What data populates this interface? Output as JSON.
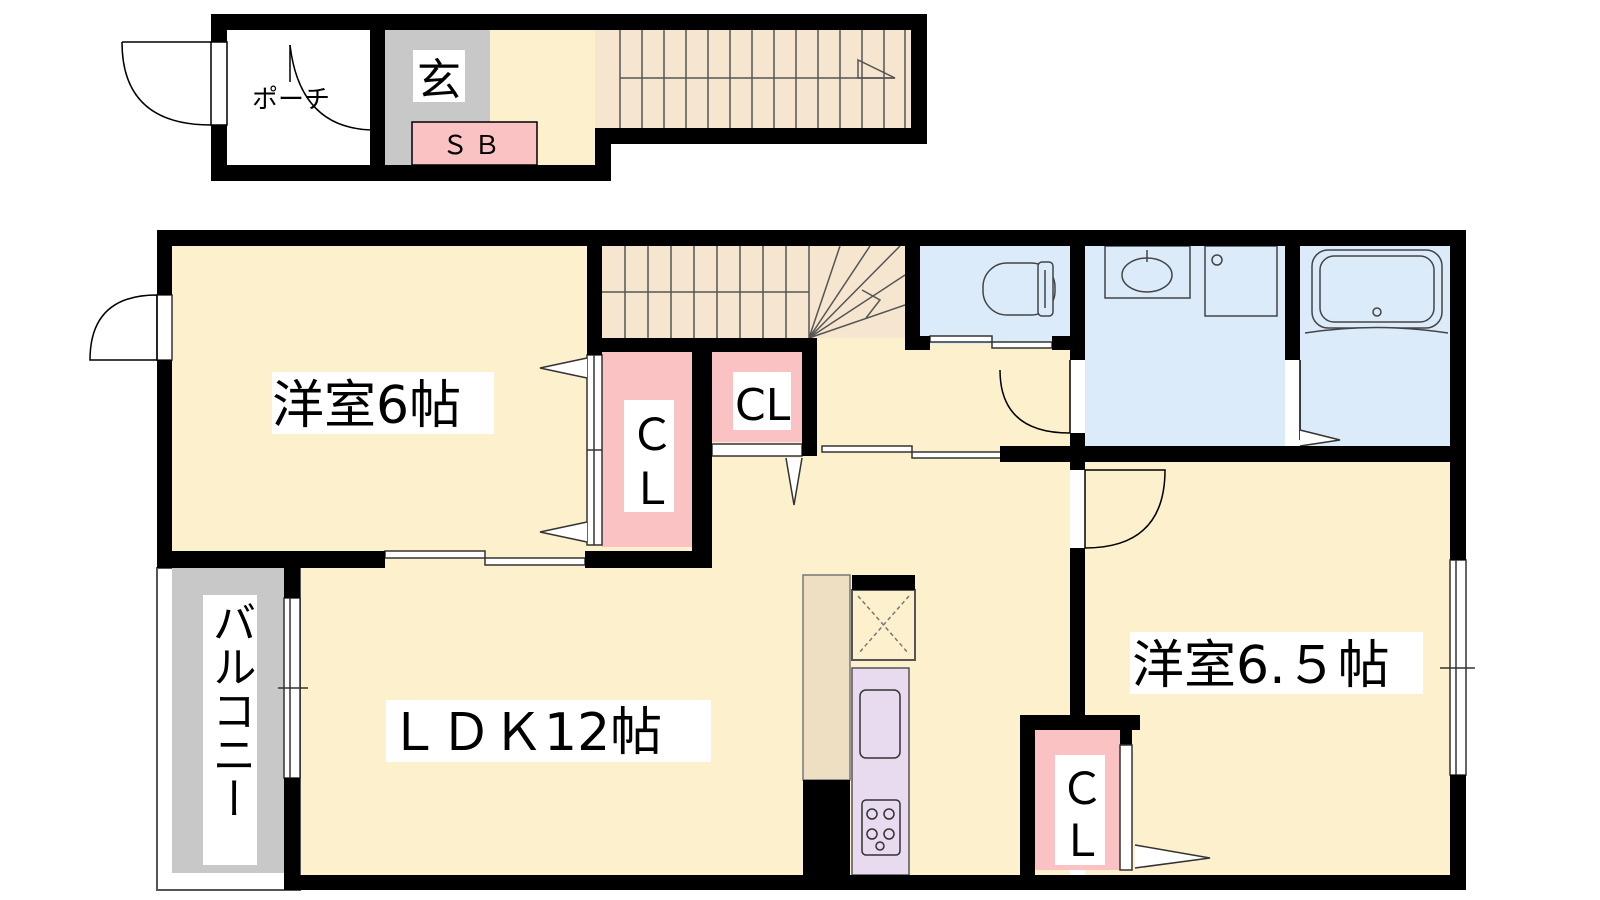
{
  "rooms": {
    "porch": "ポーチ",
    "entrance": "玄",
    "shoe_box": "ＳＢ",
    "western_room_1": "洋室6帖",
    "closet_1": "Ｃ\nＬ",
    "closet_2": "CL",
    "ldk": "ＬＤＫ12帖",
    "balcony": "バルコニー",
    "western_room_2": "洋室6.５帖",
    "closet_3": "Ｃ\nＬ"
  },
  "colors": {
    "wall": "#000000",
    "room_floor": "#fdf0cc",
    "wet_area": "#dcebfa",
    "closet": "#fbc2c4",
    "stairs": "#f6e6cf",
    "entrance_floor": "#c8c8c8",
    "balcony": "#c8c8c8",
    "kitchen_counter": "#e9dbef",
    "cabinet": "#eedfc3"
  }
}
